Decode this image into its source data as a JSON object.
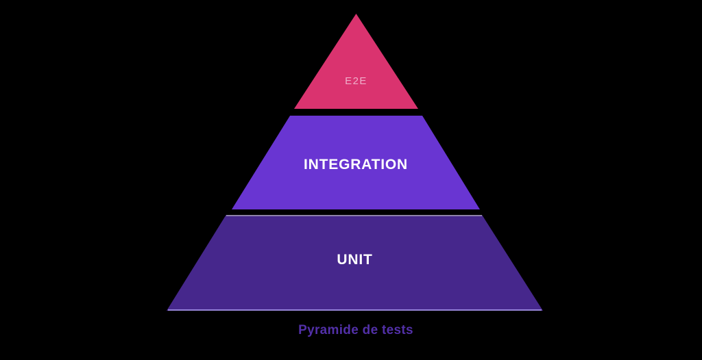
{
  "diagram": {
    "title": "Pyramide de tests",
    "title_color": "#5230a8",
    "background_color": "#000000",
    "layers": [
      {
        "id": "e2e",
        "label": "E2E",
        "shape": "triangle",
        "fill_color": "#da336f",
        "text_color": "#efaeca"
      },
      {
        "id": "integration",
        "label": "INTEGRATION",
        "shape": "trapezoid",
        "fill_color": "#6935d2",
        "text_color": "#ffffff"
      },
      {
        "id": "unit",
        "label": "UNIT",
        "shape": "trapezoid",
        "fill_color": "#46278c",
        "text_color": "#ffffff"
      }
    ]
  }
}
